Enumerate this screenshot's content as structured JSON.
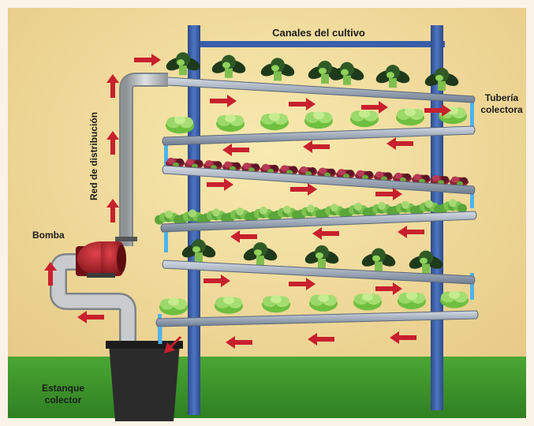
{
  "labels": {
    "canales": "Canales del cultivo",
    "tuberia_line1": "Tubería",
    "tuberia_line2": "colectora",
    "red": "Red de distribución",
    "bomba": "Bomba",
    "estanque_line1": "Estanque",
    "estanque_line2": "colector"
  },
  "colors": {
    "background_frame": "#fbf2e6",
    "wall": "#f3e2a4",
    "grass": "#3f9a2c",
    "frame_post": "#3b5ea9",
    "channel": "#9aa7b8",
    "pipe": "#b9bcbf",
    "pump": "#b3202a",
    "arrow": "#c8202e",
    "tank": "#2b2b2b",
    "water": "#4fb3e8",
    "plant": "#5fae3f",
    "red_plant": "#8c2236"
  },
  "channel_rows": [
    {
      "plant": "dark-leafy",
      "flow": "right"
    },
    {
      "plant": "light-lettuce",
      "flow": "left"
    },
    {
      "plant": "red-lettuce",
      "flow": "right"
    },
    {
      "plant": "frilly-green",
      "flow": "left"
    },
    {
      "plant": "dark-leafy",
      "flow": "right"
    },
    {
      "plant": "light-lettuce",
      "flow": "left"
    }
  ]
}
